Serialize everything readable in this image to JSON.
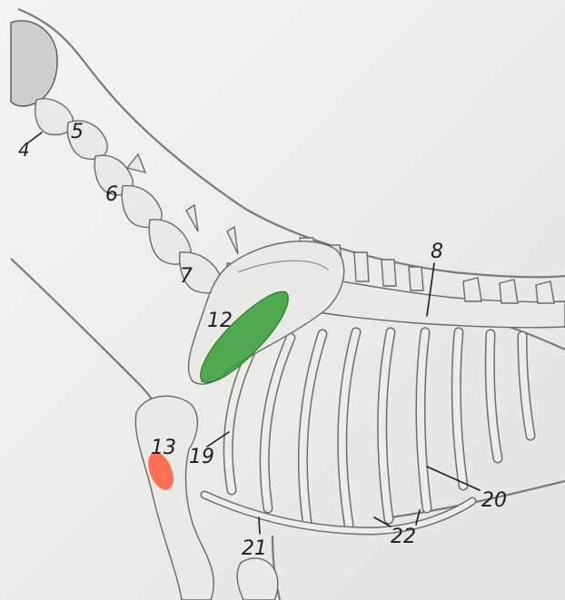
{
  "diagram": {
    "labels": {
      "l4": "4",
      "l5": "5",
      "l6": "6",
      "l7": "7",
      "l8": "8",
      "l12": "12",
      "l13": "13",
      "l19": "19",
      "l20": "20",
      "l21": "21",
      "l22": "22"
    },
    "highlights": {
      "scapula_mark_color": "#2e9a2e",
      "humerus_mark_color": "#ff5a3c"
    }
  }
}
